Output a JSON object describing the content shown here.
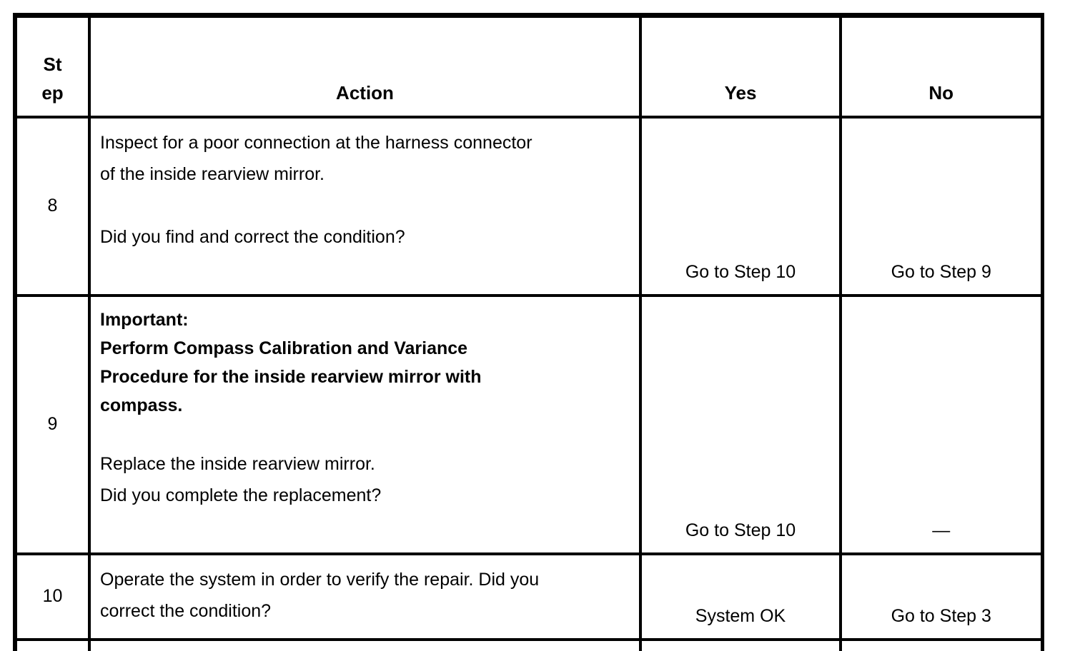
{
  "page": {
    "background": "#ffffff",
    "text_color": "#000000",
    "border_color": "#000000"
  },
  "table": {
    "columns": [
      {
        "label": "St\nep"
      },
      {
        "label": "Action"
      },
      {
        "label": "Yes"
      },
      {
        "label": "No"
      }
    ],
    "rows": [
      {
        "step": "8",
        "action_paragraphs": [
          "Inspect for a poor connection at the harness connector\nof the inside rearview mirror.",
          "Did you find and correct the condition?"
        ],
        "yes": "Go to Step 10",
        "no": "Go to Step 9"
      },
      {
        "step": "9",
        "action_paragraphs": [
          "Important:\nPerform Compass Calibration and Variance\nProcedure for the inside rearview mirror with\ncompass.",
          "Replace the inside rearview mirror.\nDid you complete the replacement?"
        ],
        "yes": "Go to Step 10",
        "no": "—"
      },
      {
        "step": "10",
        "action_paragraphs": [
          "Operate the system in order to verify the repair. Did you\ncorrect the condition?"
        ],
        "yes": "System OK",
        "no": "Go to Step 3"
      }
    ]
  }
}
